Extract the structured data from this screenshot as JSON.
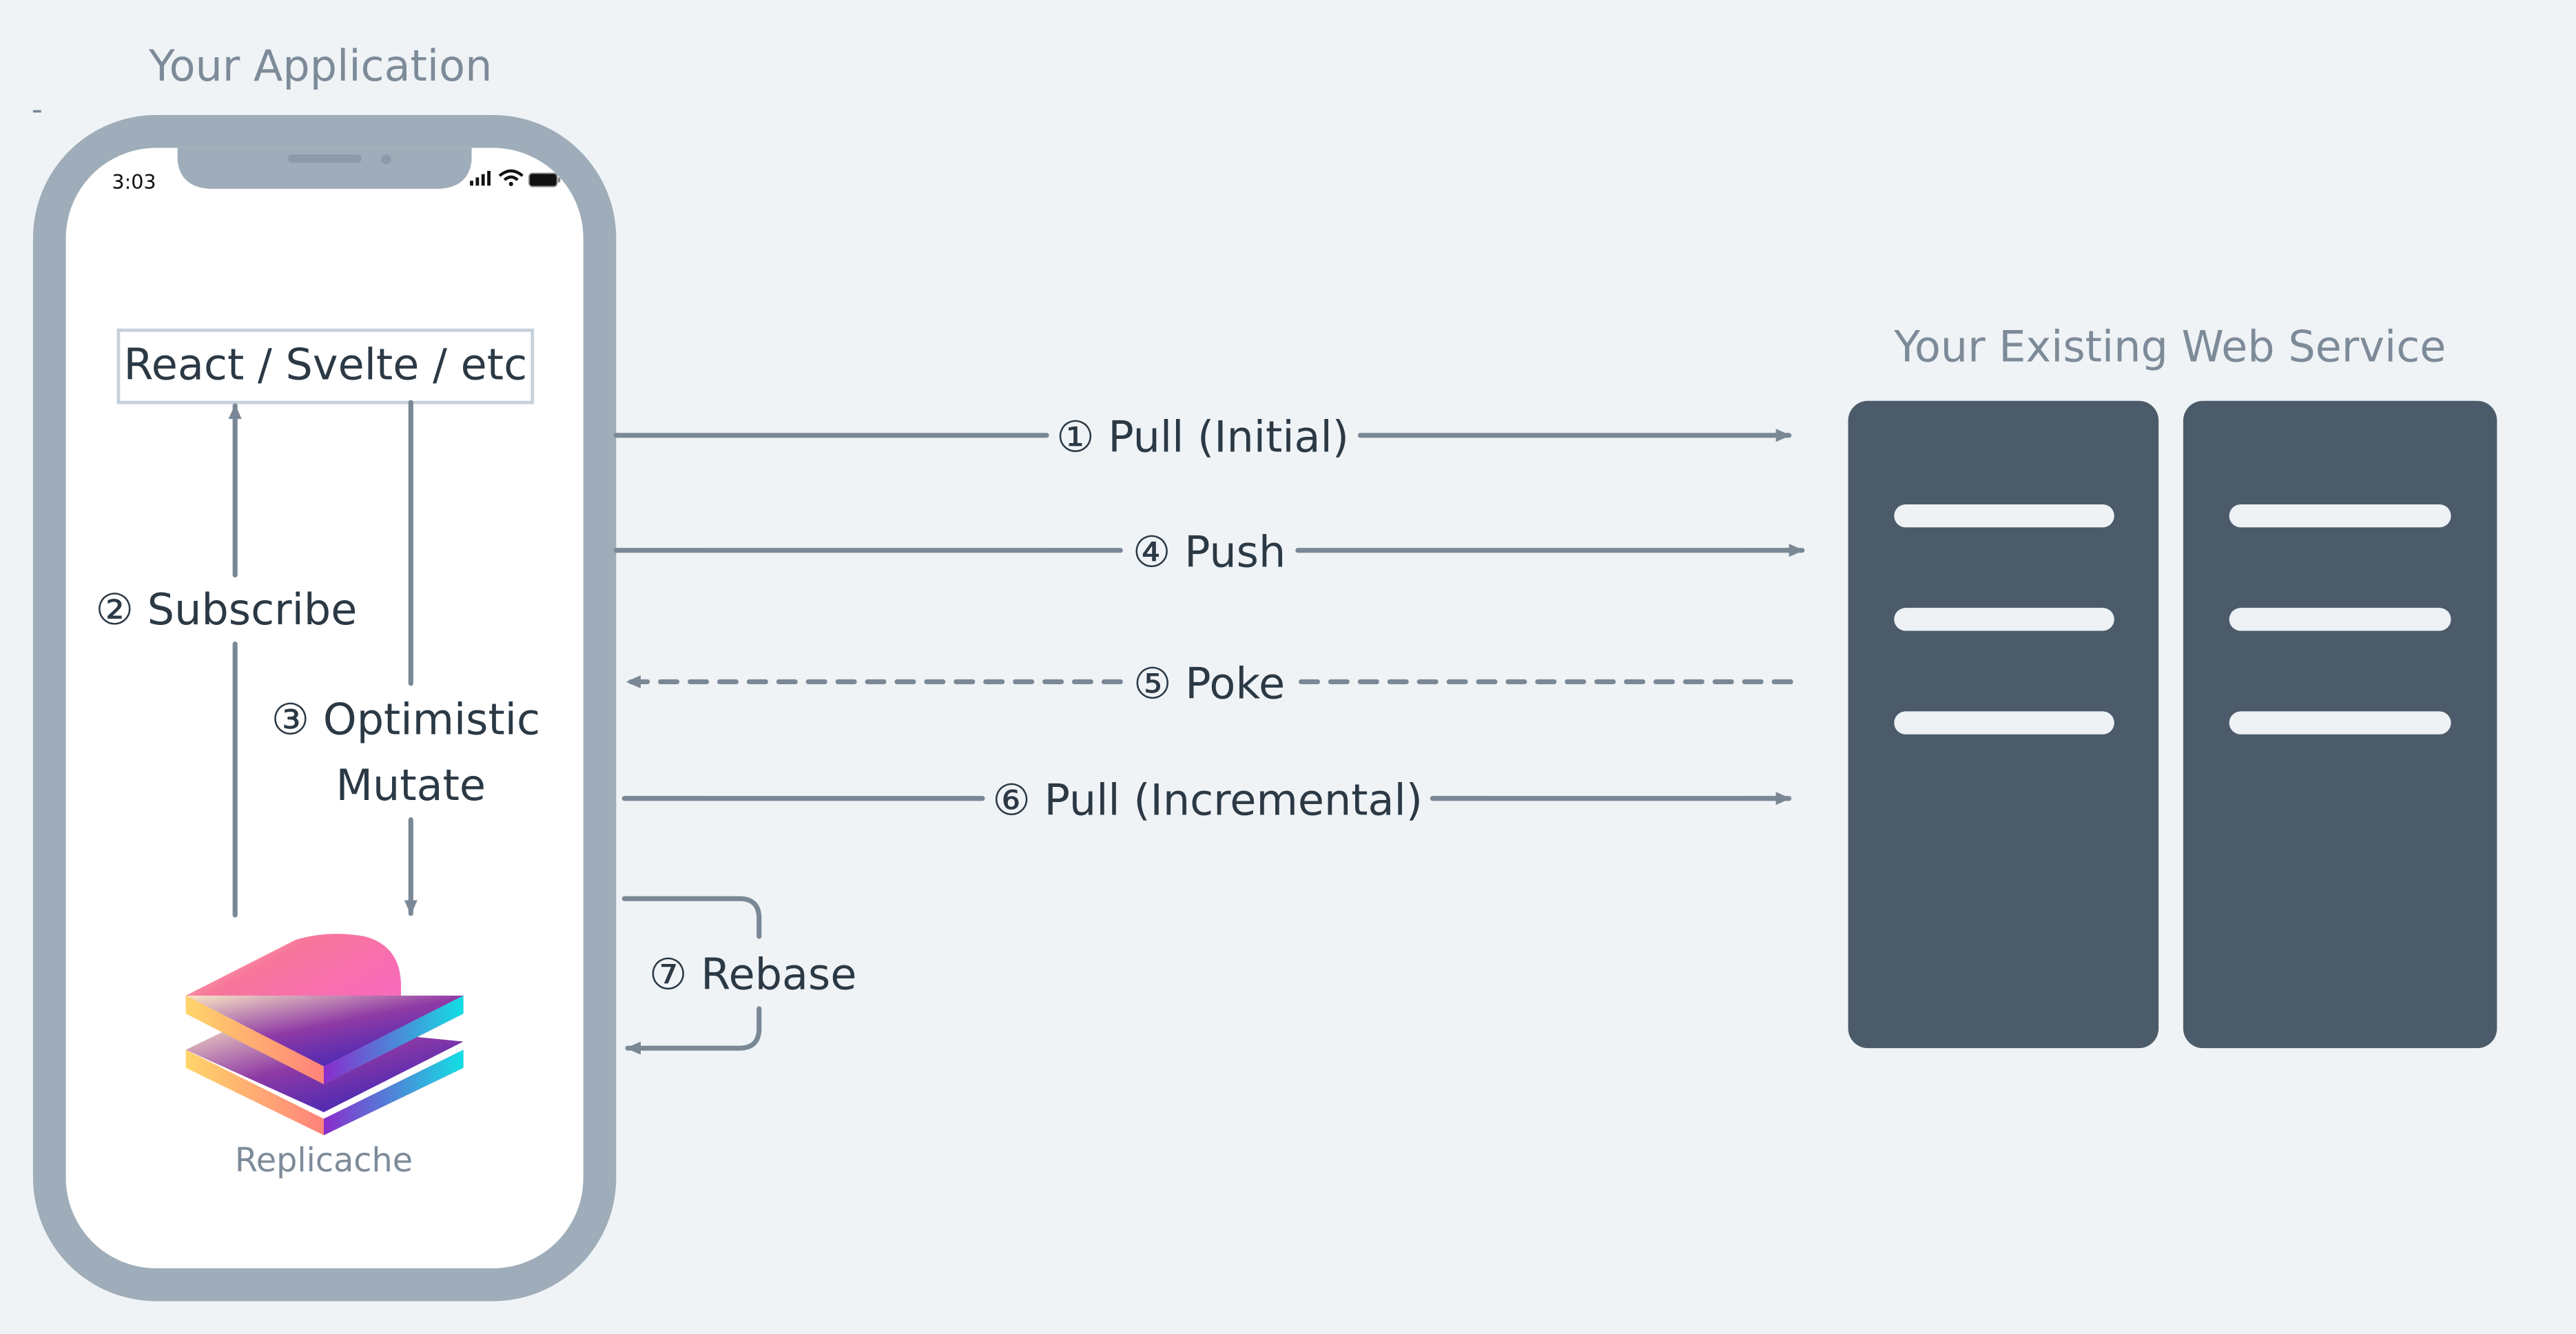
{
  "app_title": "Your Application",
  "phone": {
    "status_time": "3:03",
    "framework_box": "React / Svelte / etc",
    "subscribe_label": "② Subscribe",
    "mutate_label_line1": "③ Optimistic",
    "mutate_label_line2": "Mutate",
    "logo_label": "Replicache"
  },
  "server_title": "Your Existing Web Service",
  "flows": {
    "pull_initial": "① Pull (Initial)",
    "push": "④ Push",
    "poke": "⑤ Poke",
    "pull_incremental": "⑥ Pull (Incremental)",
    "rebase": "⑦ Rebase"
  },
  "colors": {
    "background": "#eff3f6",
    "phone_frame": "#9eadb9",
    "server": "#4b5b69",
    "arrow": "#7a8896",
    "text": "#2b3945",
    "title": "#7d8b99"
  }
}
